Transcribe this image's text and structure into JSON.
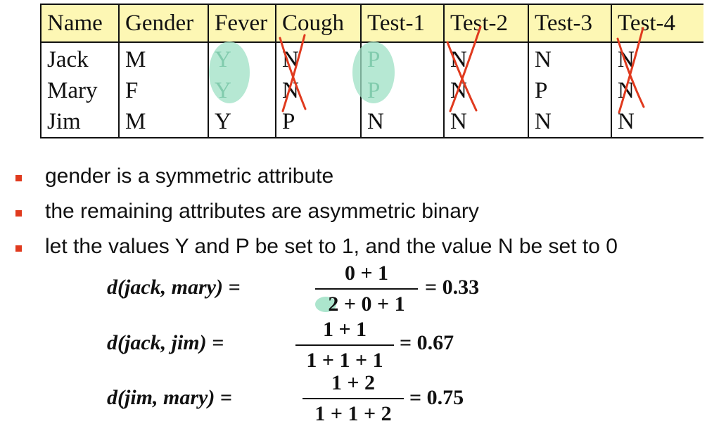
{
  "table": {
    "headers": [
      "Name",
      "Gender",
      "Fever",
      "Cough",
      "Test-1",
      "Test-2",
      "Test-3",
      "Test-4"
    ],
    "rows": [
      [
        "Jack",
        "M",
        "Y",
        "N",
        "P",
        "N",
        "N",
        "N"
      ],
      [
        "Mary",
        "F",
        "Y",
        "N",
        "P",
        "N",
        "P",
        "N"
      ],
      [
        "Jim",
        "M",
        "Y",
        "P",
        "N",
        "N",
        "N",
        "N"
      ]
    ]
  },
  "bullets": [
    "gender is a symmetric attribute",
    "the remaining attributes are asymmetric binary",
    "let the values Y and P be set to 1, and the value N be set to 0"
  ],
  "formulas": [
    {
      "lhs": "d(jack, mary) =",
      "num": "0 + 1",
      "den": "2 + 0 + 1",
      "rhs": "= 0.33"
    },
    {
      "lhs": "d(jack, jim) =",
      "num": "1 + 1",
      "den": "1 + 1 + 1",
      "rhs": "= 0.67"
    },
    {
      "lhs": "d(jim, mary) =",
      "num": "1 + 2",
      "den": "1 + 1 + 2",
      "rhs": "= 0.75"
    }
  ],
  "colors": {
    "header_bg": "#fdf7b4",
    "highlight": "#9ee0c4",
    "cross": "#e03a1e",
    "bullet": "#e03a1e"
  }
}
